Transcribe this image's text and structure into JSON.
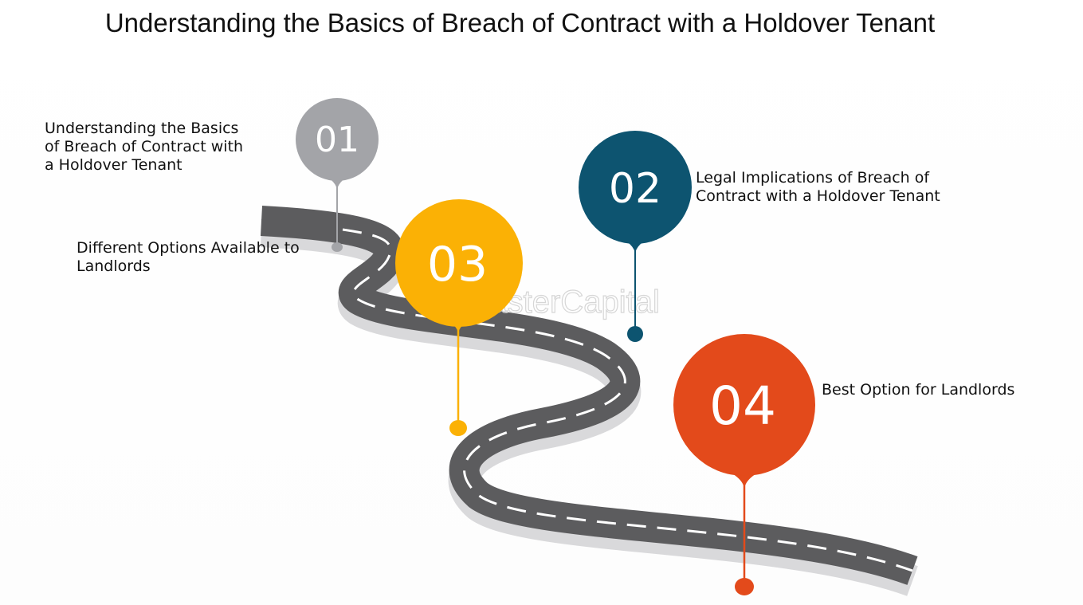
{
  "title": "Understanding the Basics of Breach of Contract with a Holdover Tenant",
  "watermark": "FasterCapital",
  "colors": {
    "step1": "#a3a4a8",
    "step2": "#0d5470",
    "step3": "#fbb105",
    "step4": "#e34a1b",
    "road": "#5c5c5e"
  },
  "steps": [
    {
      "number": "01",
      "label": "Understanding the Basics of Breach of Contract with a Holdover Tenant"
    },
    {
      "number": "02",
      "label": "Legal Implications of Breach of Contract with a Holdover Tenant"
    },
    {
      "number": "03",
      "label": "Different Options Available to Landlords"
    },
    {
      "number": "04",
      "label": "Best Option for Landlords"
    }
  ]
}
